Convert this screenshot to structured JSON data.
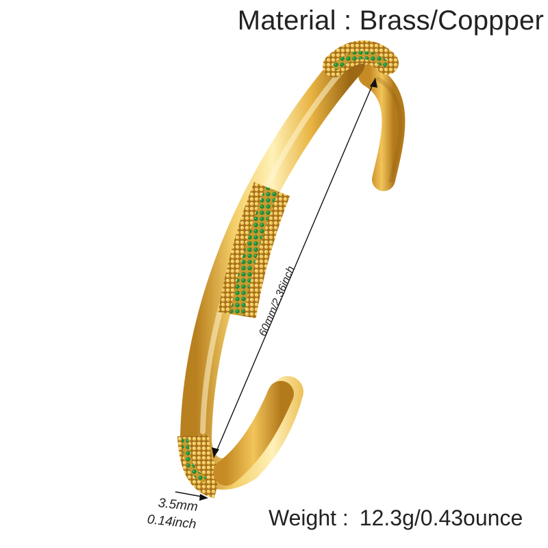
{
  "header": {
    "material_text": "Material : Brass/Coppper"
  },
  "footer": {
    "weight_label": "Weight :",
    "weight_value": "12.3g/0.43ounce"
  },
  "dimensions": {
    "length": "60mm/2.36inch",
    "width_mm": "3.5mm",
    "width_inch": "0.14inch"
  },
  "colors": {
    "gold_light": "#f8dc8a",
    "gold_mid": "#e3b23c",
    "gold_dark": "#a8711a",
    "emerald": "#1f8a3a",
    "emerald_dark": "#0e5a22",
    "text": "#222222"
  }
}
